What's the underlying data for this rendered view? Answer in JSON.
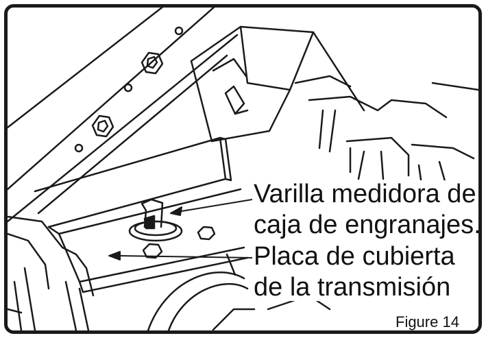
{
  "labels": {
    "dipstick_line1": "Varilla medidora de",
    "dipstick_line2": "caja de engranajes.",
    "cover_line1": "Placa de cubierta",
    "cover_line2": "de la transmisión"
  },
  "caption": "Figure 14",
  "icons": {
    "dipstick": "gearbox-dipstick-icon",
    "cover_plate": "transmission-cover-plate-icon"
  },
  "colors": {
    "line": "#1a1a1a",
    "background": "#ffffff"
  }
}
